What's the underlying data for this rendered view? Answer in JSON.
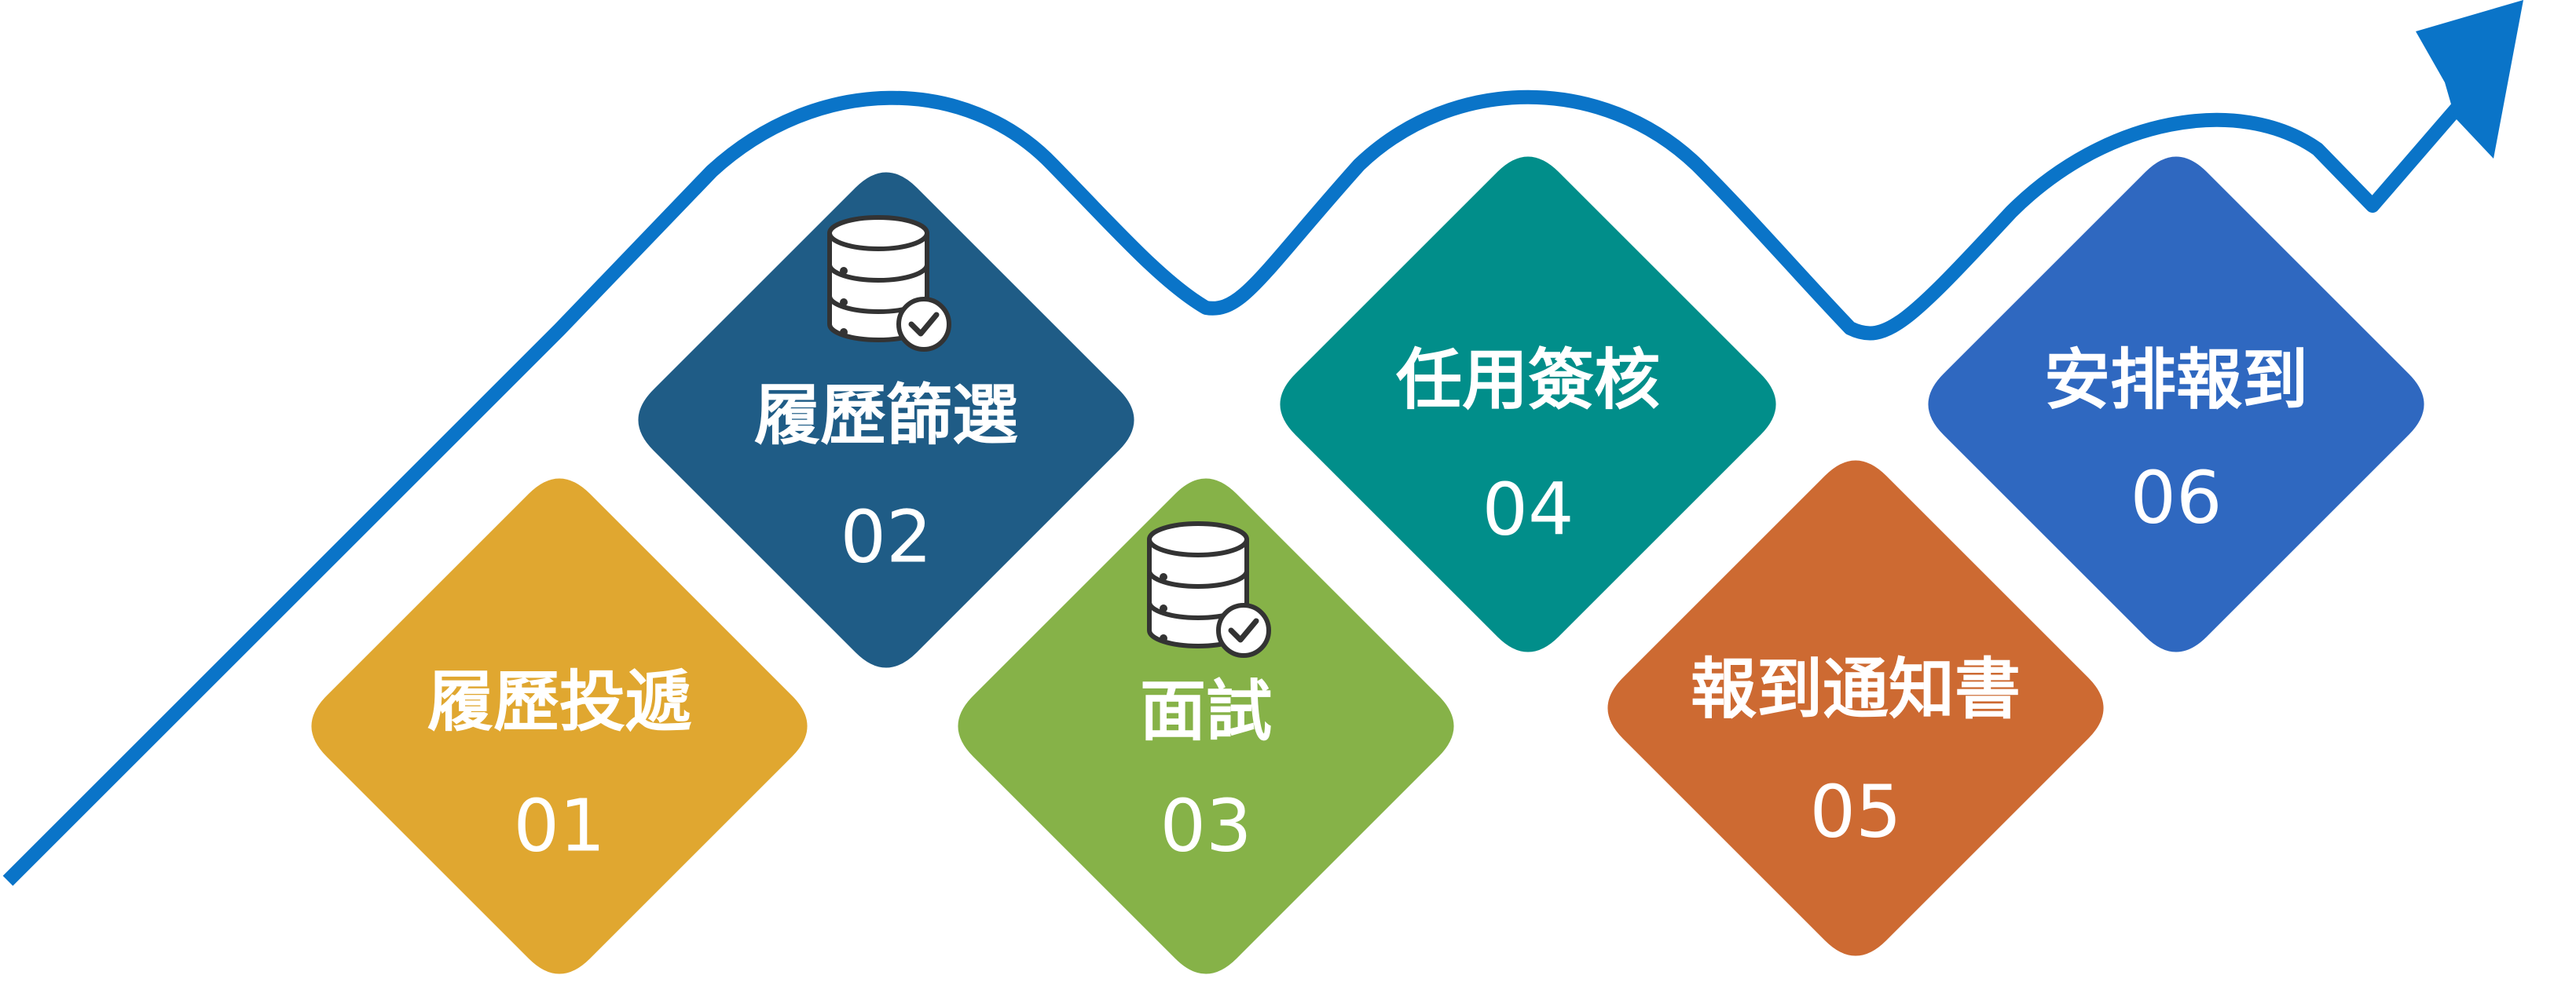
{
  "diagram": {
    "arrow_color": "#0A74C8",
    "steps": [
      {
        "title": "履歷投遞",
        "number": "01",
        "color": "#E0A730",
        "icon": ""
      },
      {
        "title": "履歷篩選",
        "number": "02",
        "color": "#1F5C86",
        "icon": "database-check-icon"
      },
      {
        "title": "面試",
        "number": "03",
        "color": "#86B248",
        "icon": "database-check-icon"
      },
      {
        "title": "任用簽核",
        "number": "04",
        "color": "#018E8A",
        "icon": ""
      },
      {
        "title": "報到通知書",
        "number": "05",
        "color": "#CD6A32",
        "icon": ""
      },
      {
        "title": "安排報到",
        "number": "06",
        "color": "#2F68C0",
        "icon": ""
      }
    ]
  }
}
